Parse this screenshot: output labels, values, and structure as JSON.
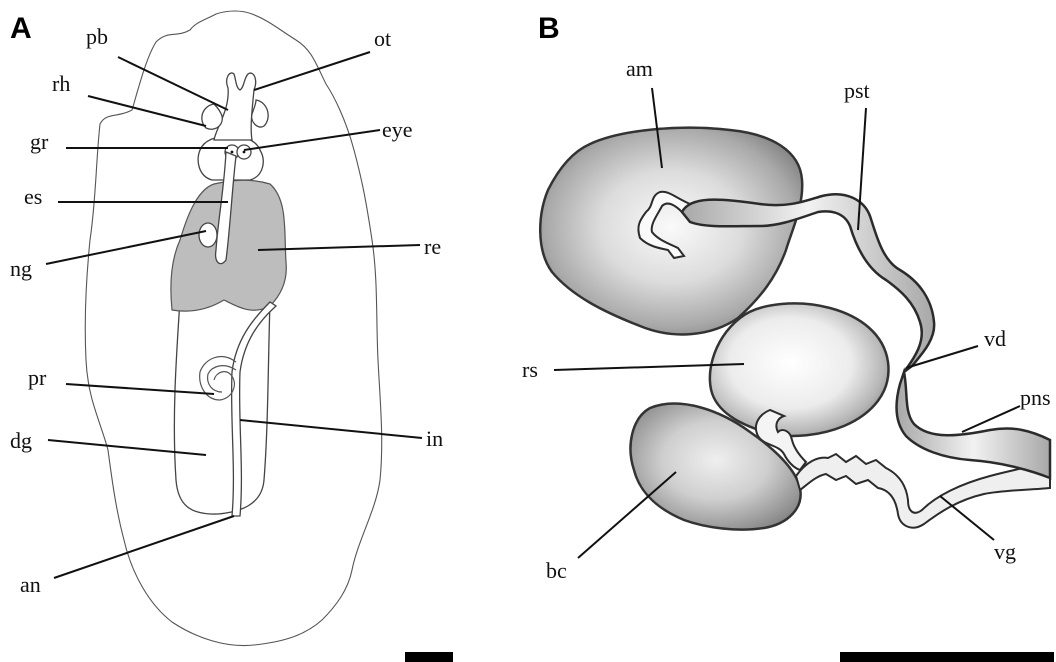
{
  "panels": {
    "a": {
      "letter": "A",
      "labels": {
        "pb": "pb",
        "ot": "ot",
        "rh": "rh",
        "gr": "gr",
        "eye": "eye",
        "es": "es",
        "ng": "ng",
        "re": "re",
        "pr": "pr",
        "dg": "dg",
        "in": "in",
        "an": "an"
      }
    },
    "b": {
      "letter": "B",
      "labels": {
        "am": "am",
        "pst": "pst",
        "rs": "rs",
        "vd": "vd",
        "pns": "pns",
        "bc": "bc",
        "vg": "vg"
      }
    }
  },
  "colors": {
    "ink": "#111111",
    "body_outline": "#555555",
    "gland_fill": "#bdbdbd",
    "organ_shading": "#8a8a8a"
  }
}
